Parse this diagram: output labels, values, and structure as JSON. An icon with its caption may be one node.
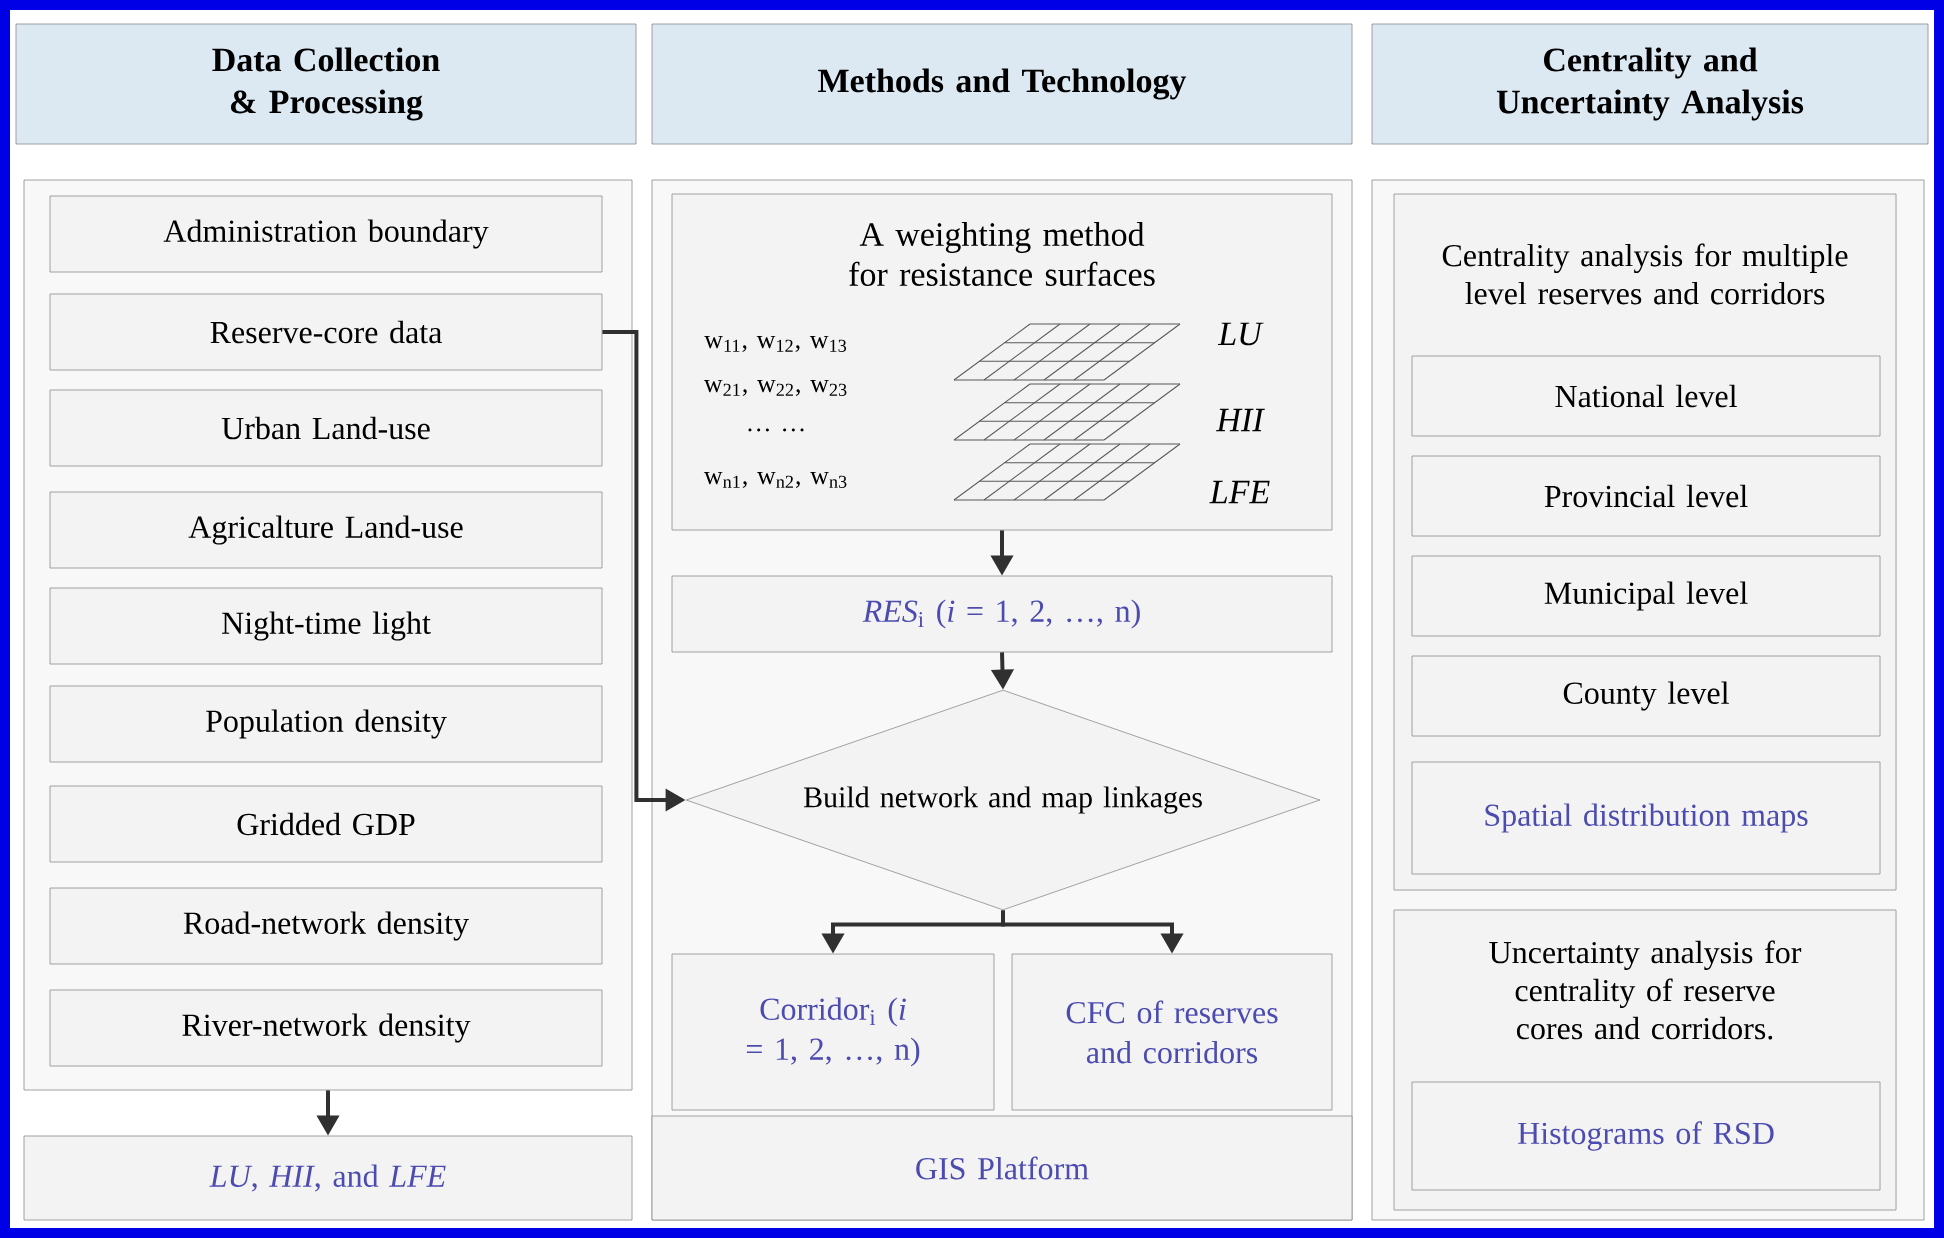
{
  "diagram": {
    "nodes": [
      {
        "text": [
          "Data Collection & Processing"
        ]
      },
      {
        "text": [
          "Methods and Technology"
        ]
      },
      {
        "text": [
          "Centrality and Uncertainty Analysis"
        ]
      },
      {
        "text": [],
        "shape": "box"
      },
      {
        "text": [
          "Administration boundary"
        ],
        "in": 3
      },
      {
        "text": [
          "Reserve-core data"
        ],
        "in": 3
      },
      {
        "text": [
          "Urban Land-use"
        ],
        "in": 3
      },
      {
        "text": [
          "Agricalture Land-use"
        ],
        "in": 3
      },
      {
        "text": [
          "Night-time light"
        ],
        "in": 3
      },
      {
        "text": [
          "Population density"
        ],
        "in": 3
      },
      {
        "text": [
          "Gridded GDP"
        ],
        "in": 3
      },
      {
        "text": [
          "Road-network density"
        ],
        "in": 3
      },
      {
        "text": [
          "River-network density"
        ],
        "in": 3
      },
      {
        "text": [
          "*LU*, *HII*, and *LFE*"
        ]
      },
      {
        "text": [],
        "shape": "box"
      },
      {
        "text": [
          "A weighting method for resistance surfaces",
          "w$_{11}$, w$_{12}$, w$_{13}$",
          "w$_{21}$, w$_{22}$, w$_{23}$",
          "… …",
          "w$_{n1}$, w$_{n2}$, w$_{n3}$",
          "LU",
          "HII",
          "LFE"
        ],
        "in": 14
      },
      {
        "text": [
          "*RES*$_{i}$ (*i* = 1, 2, …, n)"
        ],
        "in": 14
      },
      {
        "text": [
          "Build network and map linkages"
        ],
        "in": 14
      },
      {
        "text": [
          "Corridor$_{i}$ (*i* = 1, 2, …, n)"
        ],
        "in": 14
      },
      {
        "text": [
          "CFC of reserves and corridors"
        ],
        "in": 14
      },
      {
        "text": [
          "GIS Platform"
        ],
        "in": 14
      },
      {
        "text": [],
        "shape": "box"
      },
      {
        "text": [
          "Centrality analysis for multiple level reserves and corridors"
        ],
        "in": 21
      },
      {
        "text": [
          "National level"
        ],
        "in": 22
      },
      {
        "text": [
          "Provincial level"
        ],
        "in": 22
      },
      {
        "text": [
          "Municipal level"
        ],
        "in": 22
      },
      {
        "text": [
          "County level"
        ],
        "in": 22
      },
      {
        "text": [
          "Spatial distribution maps"
        ],
        "in": 22
      },
      {
        "text": [
          "Uncertainty analysis for centrality of reserve cores and corridors."
        ],
        "in": 21
      },
      {
        "text": [
          "Histograms of RSD"
        ],
        "in": 28
      }
    ],
    "edges": [
      {
        "from": 3,
        "to": 13,
        "arrow": "to"
      },
      {
        "from": 5,
        "to": 17,
        "arrow": "to"
      },
      {
        "from": 15,
        "to": 16,
        "arrow": "to"
      },
      {
        "from": 16,
        "to": 17,
        "arrow": "to"
      },
      {
        "from": 17,
        "to": 18,
        "arrow": "to"
      },
      {
        "from": 17,
        "to": 19,
        "arrow": "to"
      }
    ]
  }
}
